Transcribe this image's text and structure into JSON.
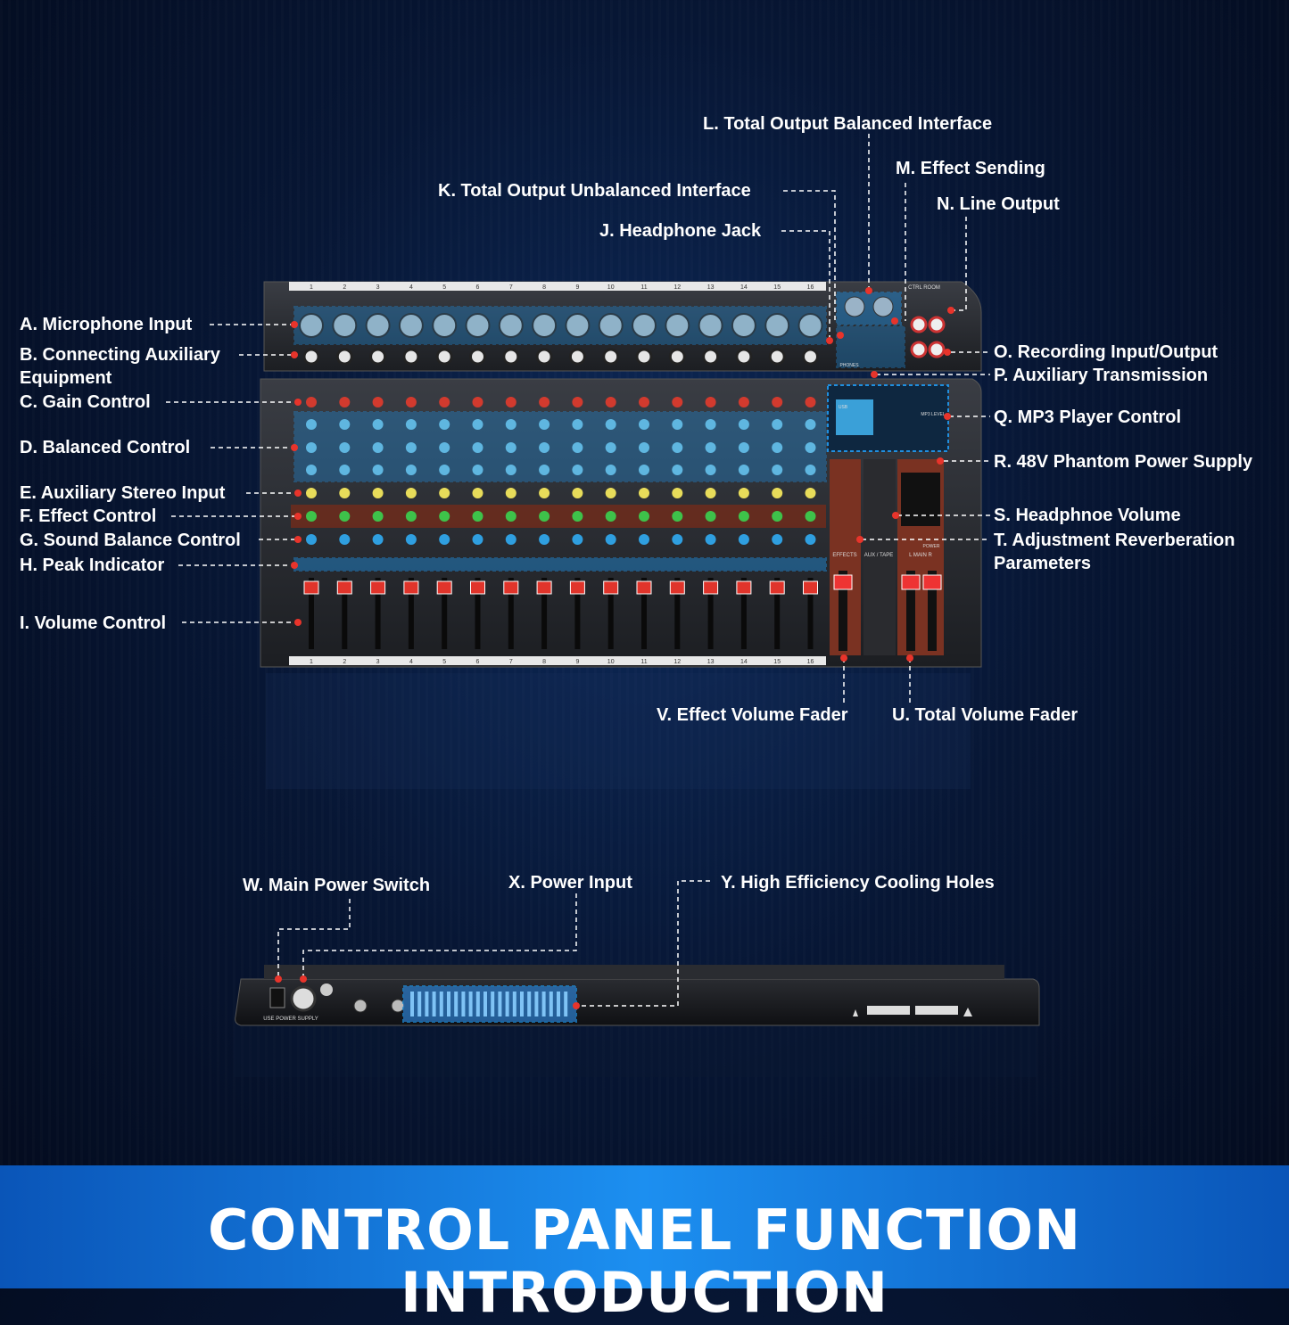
{
  "labels": {
    "A": "A. Microphone Input",
    "B": "B. Connecting Auxiliary Equipment",
    "C": "C. Gain Control",
    "D": "D. Balanced Control",
    "E": "E. Auxiliary Stereo Input",
    "F": "F. Effect Control",
    "G": "G. Sound Balance Control",
    "H": "H. Peak Indicator",
    "I": "I. Volume Control",
    "J": "J. Headphone Jack",
    "K": "K. Total Output Unbalanced Interface",
    "L": "L. Total Output Balanced Interface",
    "M": "M. Effect Sending",
    "N": "N. Line Output",
    "O": "O. Recording Input/Output",
    "P": "P. Auxiliary Transmission",
    "Q": "Q. MP3 Player Control",
    "R": "R. 48V Phantom Power Supply",
    "S": "S. Headphnoe Volume",
    "T": "T. Adjustment Reverberation Parameters",
    "U": "U. Total Volume Fader",
    "V": "V. Effect Volume Fader",
    "W": "W. Main Power Switch",
    "X": "X. Power Input",
    "Y": "Y. High Efficiency Cooling Holes"
  },
  "panel_text": {
    "effects": "EFFECTS",
    "aux_tape": "AUX / TAPE",
    "l_main_r": "L  MAIN  R",
    "power": "POWER",
    "phones": "PHONES",
    "ctrl_room": "CTRL ROOM",
    "mp3_level": "MP3 LEVEL",
    "usb": "USB",
    "use_power_supply": "USE POWER SUPPLY"
  },
  "channel_numbers": [
    "1",
    "2",
    "3",
    "4",
    "5",
    "6",
    "7",
    "8",
    "9",
    "10",
    "11",
    "12",
    "13",
    "14",
    "15",
    "16"
  ],
  "banner": {
    "title": "CONTROL PANEL FUNCTION INTRODUCTION"
  },
  "colors": {
    "highlight": "#1f8fe0",
    "leader_line": "#ffffff",
    "dot": "#e8342b",
    "banner": "#1377dd"
  }
}
